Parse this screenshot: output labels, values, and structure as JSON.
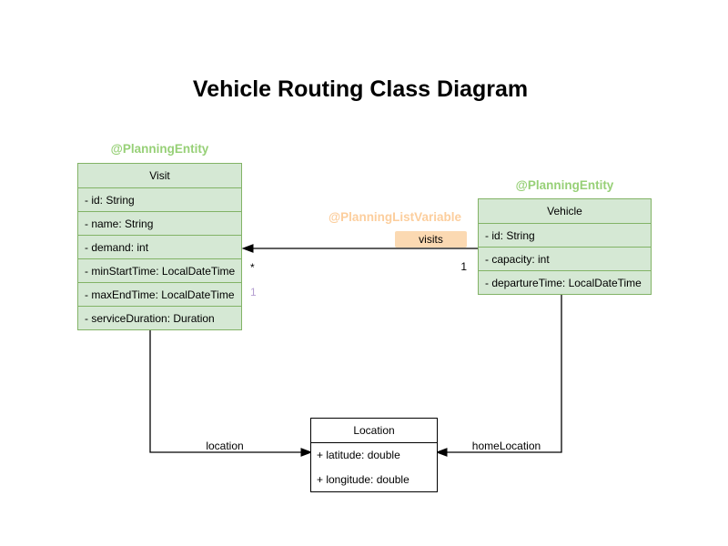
{
  "title": "Vehicle Routing Class Diagram",
  "colors": {
    "class_green_fill": "#d5e8d4",
    "class_green_border": "#82b366",
    "annotation_green_text": "#97d077",
    "annotation_orange_text": "#fcce9d",
    "visits_label_bg": "#fbd9b2",
    "purple_multiplicity_text": "#b59fd1",
    "edge_line": "#000000"
  },
  "classes": {
    "visit": {
      "annotation": "@PlanningEntity",
      "name": "Visit",
      "attributes": [
        "- id: String",
        "- name: String",
        "- demand: int",
        "- minStartTime: LocalDateTime",
        "- maxEndTime: LocalDateTime",
        "- serviceDuration: Duration"
      ]
    },
    "vehicle": {
      "annotation": "@PlanningEntity",
      "name": "Vehicle",
      "attributes": [
        "- id: String",
        "- capacity: int",
        "- departureTime: LocalDateTime"
      ]
    },
    "location": {
      "name": "Location",
      "attributes": [
        "+ latitude: double",
        "+ longitude: double"
      ]
    }
  },
  "edges": {
    "visits": {
      "annotation": "@PlanningListVariable",
      "label": "visits",
      "multiplicity_at_visit": "*",
      "multiplicity_at_vehicle": "1",
      "multiplicity_extra": "1"
    },
    "location": {
      "label": "location"
    },
    "home_location": {
      "label": "homeLocation"
    }
  }
}
